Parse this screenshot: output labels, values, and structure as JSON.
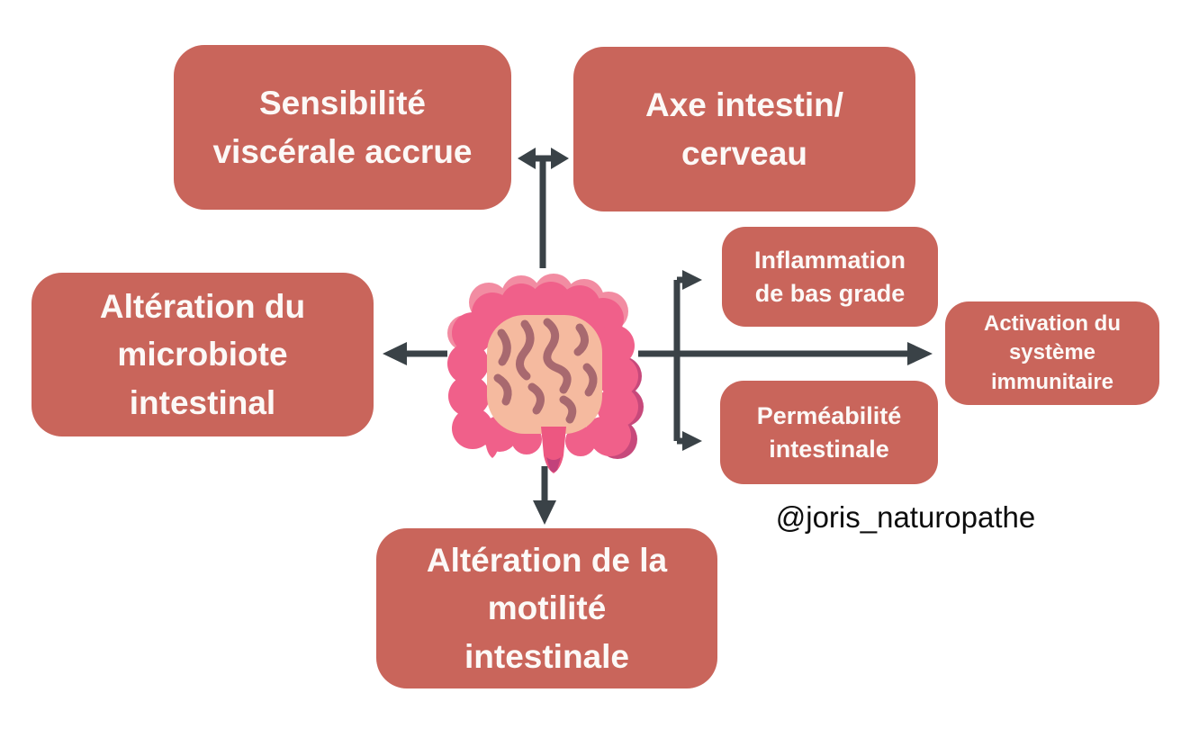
{
  "credit": "@joris_naturopathe",
  "center": {
    "icon": "intestine-illustration"
  },
  "nodes": {
    "visceral": {
      "label": "Sensibilité\nviscérale accrue"
    },
    "brain_axis": {
      "label": "Axe intestin/\ncerveau"
    },
    "microbiota": {
      "label": "Altération du\nmicrobiote\nintestinal"
    },
    "motility": {
      "label": "Altération de la\nmotilité\nintestinale"
    },
    "inflammation": {
      "label": "Inflammation\nde bas grade"
    },
    "permeability": {
      "label": "Perméabilité\nintestinale"
    },
    "immune": {
      "label": "Activation du\nsystème\nimmunitaire"
    }
  },
  "links": [
    {
      "from": "intestine",
      "to": "Sensibilité viscérale accrue",
      "style": "bidirectional-top"
    },
    {
      "from": "intestine",
      "to": "Axe intestin/ cerveau",
      "style": "bidirectional-top"
    },
    {
      "from": "intestine",
      "to": "Altération du microbiote intestinal"
    },
    {
      "from": "intestine",
      "to": "Altération de la motilité intestinale"
    },
    {
      "from": "intestine",
      "to": "Inflammation de bas grade"
    },
    {
      "from": "intestine",
      "to": "Perméabilité intestinale"
    },
    {
      "from": "intestine",
      "to": "Activation du système immunitaire"
    }
  ],
  "colors": {
    "background": "#ffffff",
    "box-fill": "#c9655b",
    "box-text": "#fcf9f7",
    "arrow": "#3a4247",
    "gut-pink": "#f0608a",
    "gut-pink-light": "#f28ca2",
    "gut-dark": "#c7497b",
    "gut-inner": "#f5ba9f",
    "gut-squiggle": "#a8696f"
  }
}
